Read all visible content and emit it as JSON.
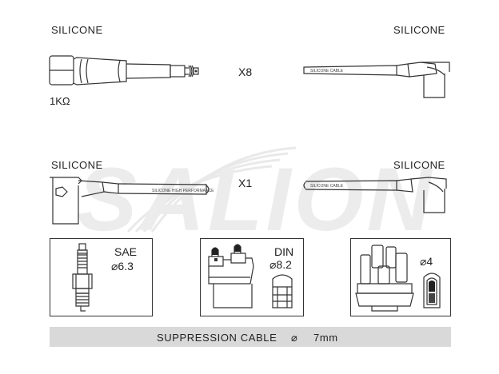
{
  "labels": {
    "top_left": "SILICONE",
    "top_right": "SILICONE",
    "mid_left": "SILICONE",
    "mid_right": "SILICONE",
    "resistance": "1KΩ",
    "qty_top": "X8",
    "qty_mid": "X1"
  },
  "cable_print": {
    "top_right": "SILICONE CABLE",
    "mid_left": "SILICONE HIGH PERFORMANCE",
    "mid_right": "SILICONE CABLE"
  },
  "watermark": "SALION",
  "specs": [
    {
      "standard": "SAE",
      "size": "⌀6.3"
    },
    {
      "standard": "DIN",
      "size": "⌀8.2"
    },
    {
      "standard": "",
      "size": "⌀4"
    }
  ],
  "footer": {
    "text": "SUPPRESSION CABLE",
    "symbol": "⌀",
    "size": "7mm"
  },
  "colors": {
    "line": "#333333",
    "footer_bg": "#d9d9d9",
    "watermark": "#e6e6e6"
  }
}
